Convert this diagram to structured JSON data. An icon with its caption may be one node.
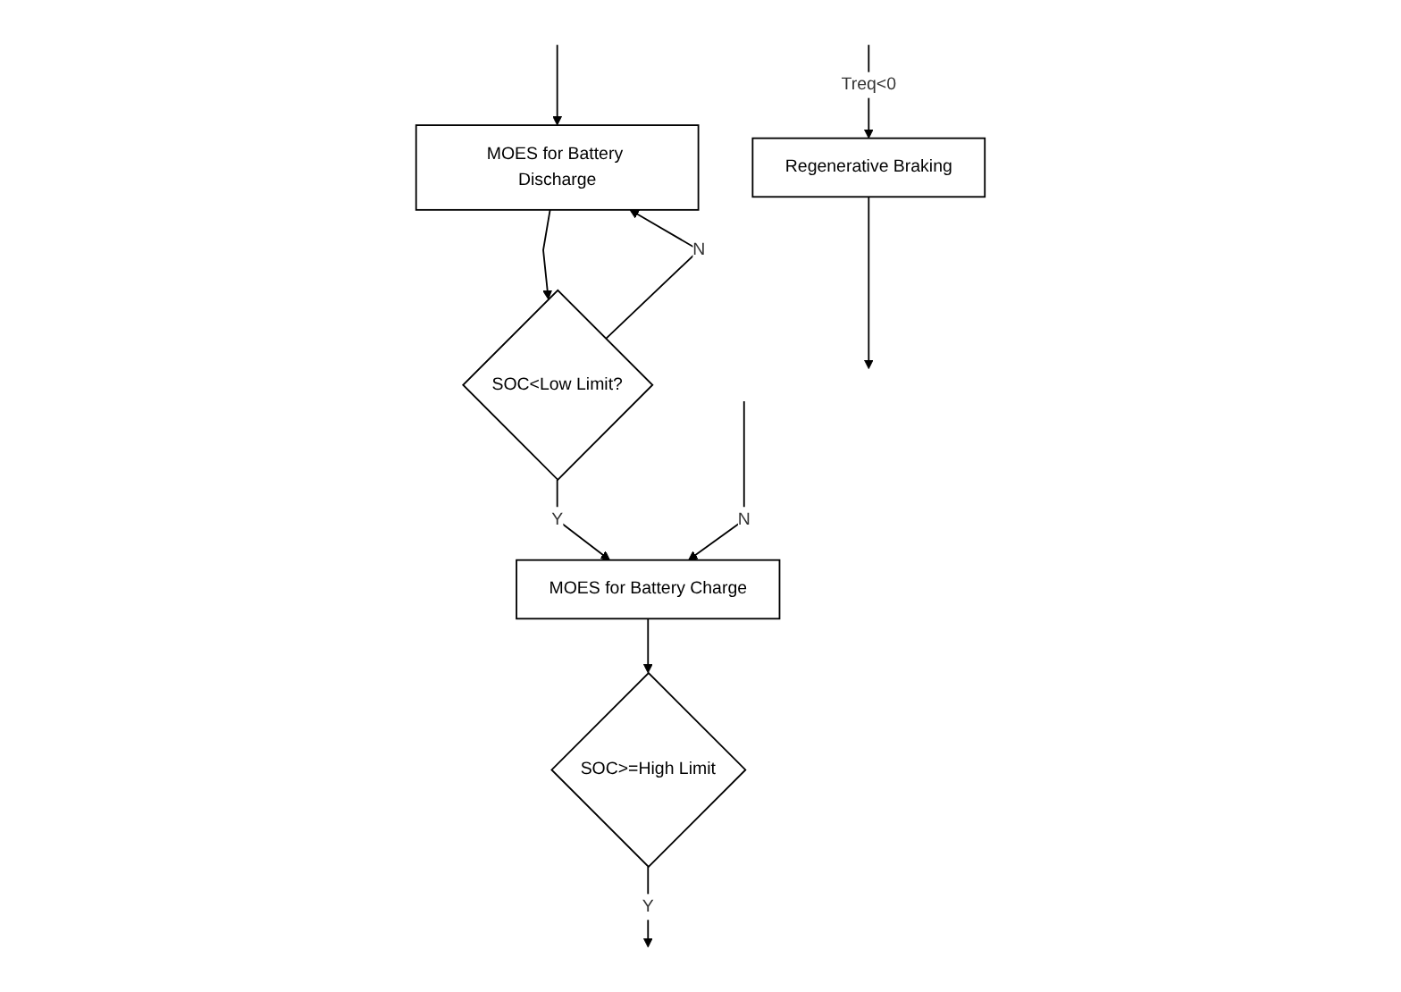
{
  "diagram": {
    "nodes": [
      {
        "text": [
          "MOES for Battery Discharge"
        ]
      },
      {
        "text": [
          "SOC<Low Limit?"
        ]
      },
      {
        "text": [
          "MOES for Battery Charge"
        ]
      },
      {
        "text": [
          "SOC>=High Limit"
        ]
      },
      {
        "text": [
          "Regenerative Braking"
        ]
      }
    ],
    "edges": [
      {
        "from": 0,
        "to": 1,
        "arrow": "to"
      },
      {
        "from": 1,
        "to": 0,
        "arrow": "to",
        "label": "N"
      },
      {
        "from": 1,
        "to": 2,
        "arrow": "to",
        "label": "Y"
      },
      {
        "from": 2,
        "to": 3,
        "arrow": "to"
      },
      {
        "from": null,
        "to": 2,
        "arrow": "to",
        "label": "N"
      },
      {
        "from": 3,
        "to": null,
        "arrow": "to",
        "label": "Y"
      },
      {
        "from": null,
        "to": 0,
        "arrow": "to"
      },
      {
        "from": null,
        "to": 4,
        "arrow": "to",
        "label": "Treq<0"
      },
      {
        "from": 4,
        "to": null,
        "arrow": "to"
      }
    ]
  }
}
